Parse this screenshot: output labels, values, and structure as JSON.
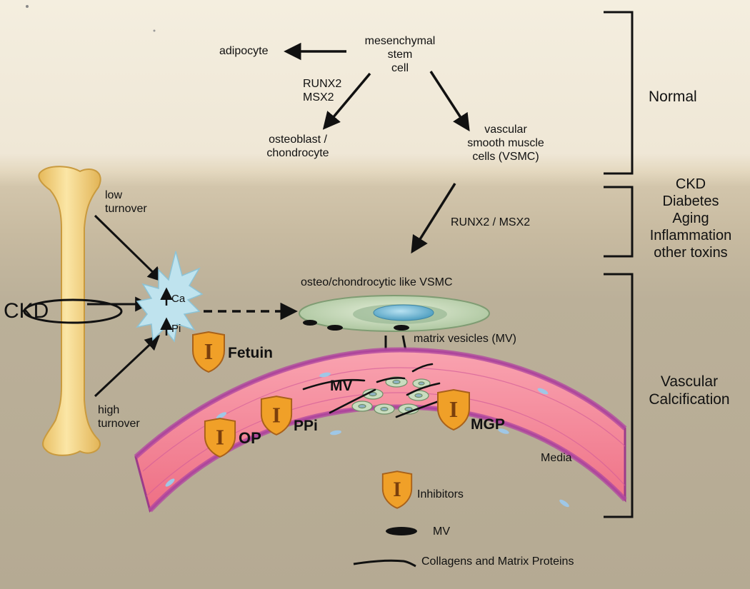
{
  "normal_section": {
    "msc": "mesenchymal\nstem\ncell",
    "adipocyte": "adipocyte",
    "runx2_msx2_left": "RUNX2\nMSX2",
    "osteoblast": "osteoblast /\nchondrocyte",
    "vsmc": "vascular\nsmooth muscle\ncells (VSMC)",
    "bracket_label": "Normal"
  },
  "disease_section": {
    "runx2_msx2": "RUNX2 / MSX2",
    "conditions": "CKD\nDiabetes\nAging\nInflammation\nother toxins"
  },
  "bone": {
    "low_turnover": "low\nturnover",
    "high_turnover": "high\nturnover",
    "ckd_label": "CKD"
  },
  "minerals": {
    "ca": "Ca",
    "pi": "Pi",
    "up_arrow": "↑"
  },
  "cell": {
    "label": "osteo/chondrocytic like VSMC",
    "mv_label": "matrix vesicles (MV)"
  },
  "inhibitors": {
    "fetuin": "Fetuin",
    "op": "OP",
    "ppi": "PPi",
    "mgp": "MGP",
    "shield_letter": "I"
  },
  "vessel": {
    "mv": "MV",
    "media": "Media"
  },
  "calcification_label": "Vascular\nCalcification",
  "legend": {
    "inhibitors": "Inhibitors",
    "mv": "MV",
    "collagens": "Collagens and Matrix Proteins"
  },
  "colors": {
    "bone_fill": "#f3d27a",
    "vessel_media": "#f28a9a",
    "vessel_edge": "#9b3b8a",
    "cell_body": "#c9dcbf",
    "nucleus": "#5fa8c8",
    "starburst": "#bfe3ee",
    "shield_orange": "#f0a028"
  }
}
